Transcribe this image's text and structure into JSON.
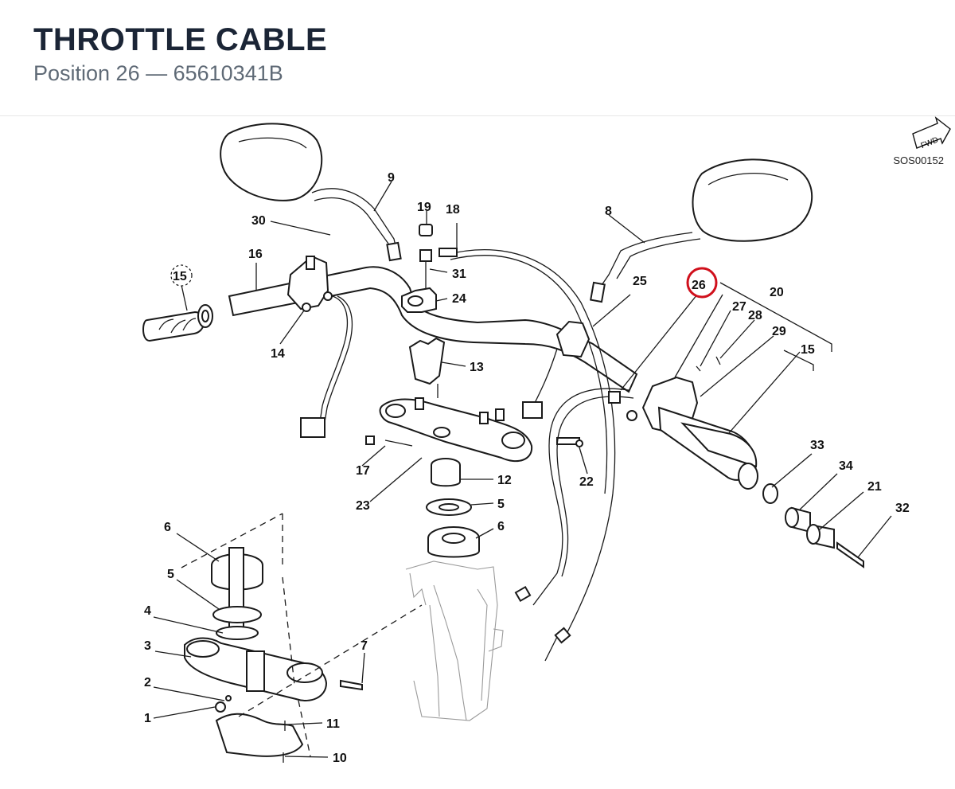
{
  "header": {
    "title": "THROTTLE CABLE",
    "subtitle": "Position 26 — 65610341B"
  },
  "diagram": {
    "reference": "SOS00152",
    "fwd_label": "FWD",
    "highlight": "26",
    "callouts": [
      "1",
      "2",
      "3",
      "4",
      "5",
      "5",
      "6",
      "6",
      "7",
      "8",
      "9",
      "10",
      "11",
      "12",
      "13",
      "14",
      "15",
      "15",
      "16",
      "17",
      "18",
      "19",
      "20",
      "21",
      "22",
      "23",
      "24",
      "25",
      "26",
      "27",
      "28",
      "29",
      "30",
      "31",
      "32",
      "33",
      "34"
    ]
  },
  "colors": {
    "highlight": "#d0101c",
    "title": "#1b2536",
    "subtitle": "#5f6a76"
  }
}
